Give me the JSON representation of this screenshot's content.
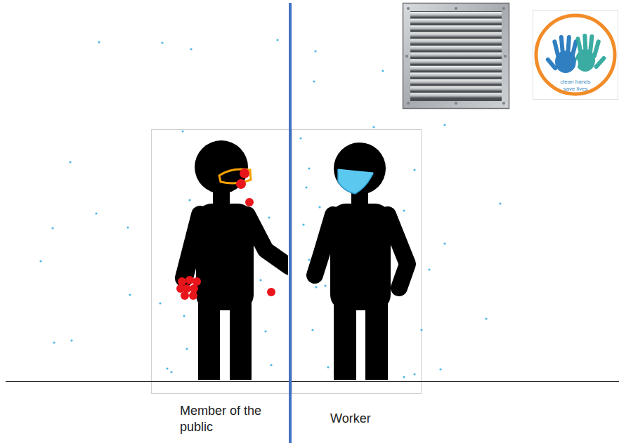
{
  "diagram": {
    "labels": [
      "Member of the public",
      "Worker",
      "clean hands save lives"
    ]
  }
}
